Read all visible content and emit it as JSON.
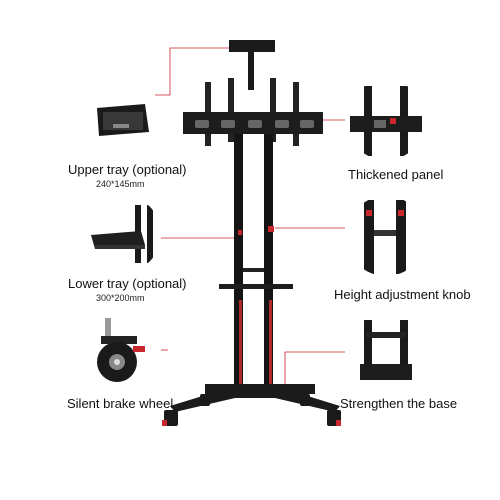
{
  "colors": {
    "accent": "#c8282d",
    "frame": "#111111"
  },
  "callouts": {
    "upper_tray": {
      "title": "Upper tray (optional)",
      "dims": "240*145mm"
    },
    "lower_tray": {
      "title": "Lower tray (optional)",
      "dims": "300*200mm"
    },
    "wheel": {
      "title": "Silent brake wheel"
    },
    "panel": {
      "title": "Thickened panel"
    },
    "knob": {
      "title": "Height adjustment knob"
    },
    "base": {
      "title": "Strengthen the base"
    }
  }
}
